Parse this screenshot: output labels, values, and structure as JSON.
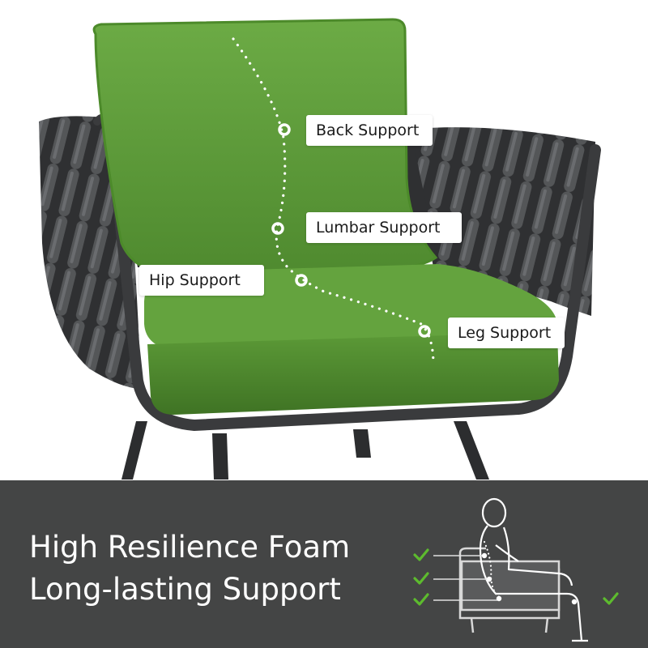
{
  "callouts": {
    "back_support": "Back Support",
    "lumbar_support": "Lumbar Support",
    "hip_support": "Hip Support",
    "leg_support": "Leg Support"
  },
  "banner": {
    "line1": "High Resilience Foam",
    "line2": "Long-lasting Support"
  },
  "colors": {
    "cushion_green": "#5f9e3a",
    "frame_gray": "#3a3b3d",
    "panel_gray": "#444545",
    "check_green": "#5dbb2e"
  },
  "icons": [
    "checkmark-icon",
    "seated-person-icon"
  ]
}
